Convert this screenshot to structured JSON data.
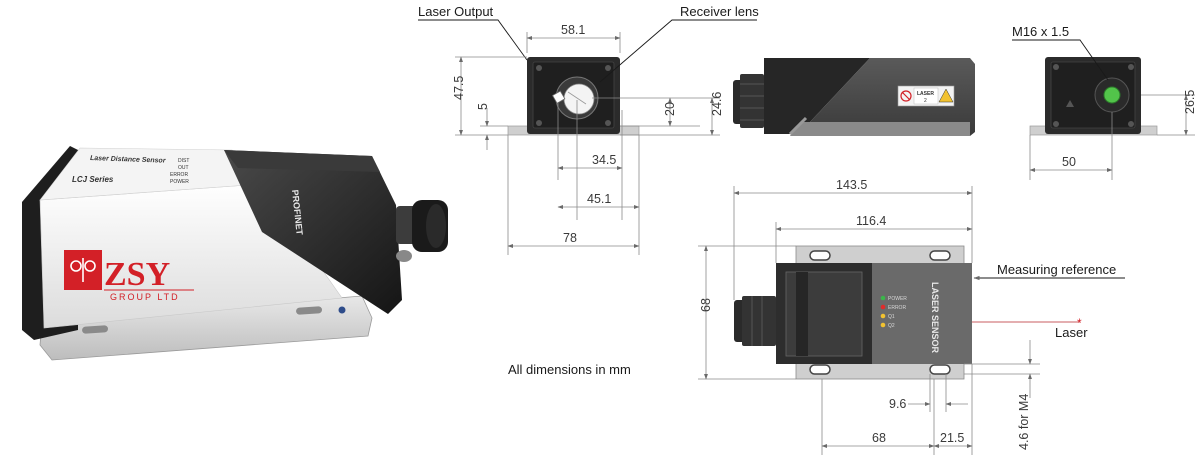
{
  "product": {
    "brand": "ZSY",
    "brand_sub": "GROUP LTD",
    "top_label": "Laser Distance Sensor",
    "series": "LCJ Series",
    "side_leds": [
      "DIST",
      "OUT",
      "ERROR",
      "POWER"
    ],
    "profinet": "PROFINET",
    "colors": {
      "brand_red": "#d32027",
      "body_white": "#f2f2f2",
      "body_black": "#1e1e1e"
    }
  },
  "front_view": {
    "callout_laser_output": "Laser Output",
    "callout_receiver_lens": "Receiver lens",
    "dims": {
      "width": "58.1",
      "height": "47.5",
      "offset_5": "5",
      "h_20": "20",
      "h_24_6": "24.6",
      "w_34_5": "34.5",
      "w_45_1": "45.1",
      "w_78": "78"
    }
  },
  "side_view": {
    "warning_label": "LASER",
    "warning_class": "2",
    "warning_icon": "laser-warning-icon"
  },
  "rear_view": {
    "thread_label": "M16 x 1.5",
    "dims": {
      "w_50": "50",
      "h_26_5": "26.5"
    }
  },
  "top_view": {
    "housing_label": "LASER SENSOR",
    "leds": [
      {
        "label": "POWER",
        "color": "#3bb54a"
      },
      {
        "label": "ERROR",
        "color": "#e02b2b"
      },
      {
        "label": "Q1",
        "color": "#f2c230"
      },
      {
        "label": "Q2",
        "color": "#f2c230"
      }
    ],
    "callout_measuring_reference": "Measuring reference",
    "callout_laser": "Laser",
    "dims": {
      "length_total": "143.5",
      "length_body": "116.4",
      "height_68": "68",
      "w_9_6": "9.6",
      "w_68": "68",
      "w_21_5": "21.5",
      "mount_hole": "4.6 for M4"
    }
  },
  "note": "All dimensions in mm"
}
